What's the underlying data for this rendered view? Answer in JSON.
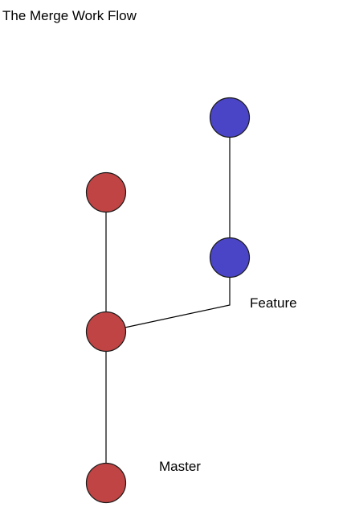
{
  "title": "The Merge Work Flow",
  "labels": {
    "feature": "Feature",
    "master": "Master"
  },
  "colors": {
    "master_commit": "#c04444",
    "feature_commit": "#4a45c6",
    "outline": "#1a1a1a",
    "edge": "#000000"
  }
}
